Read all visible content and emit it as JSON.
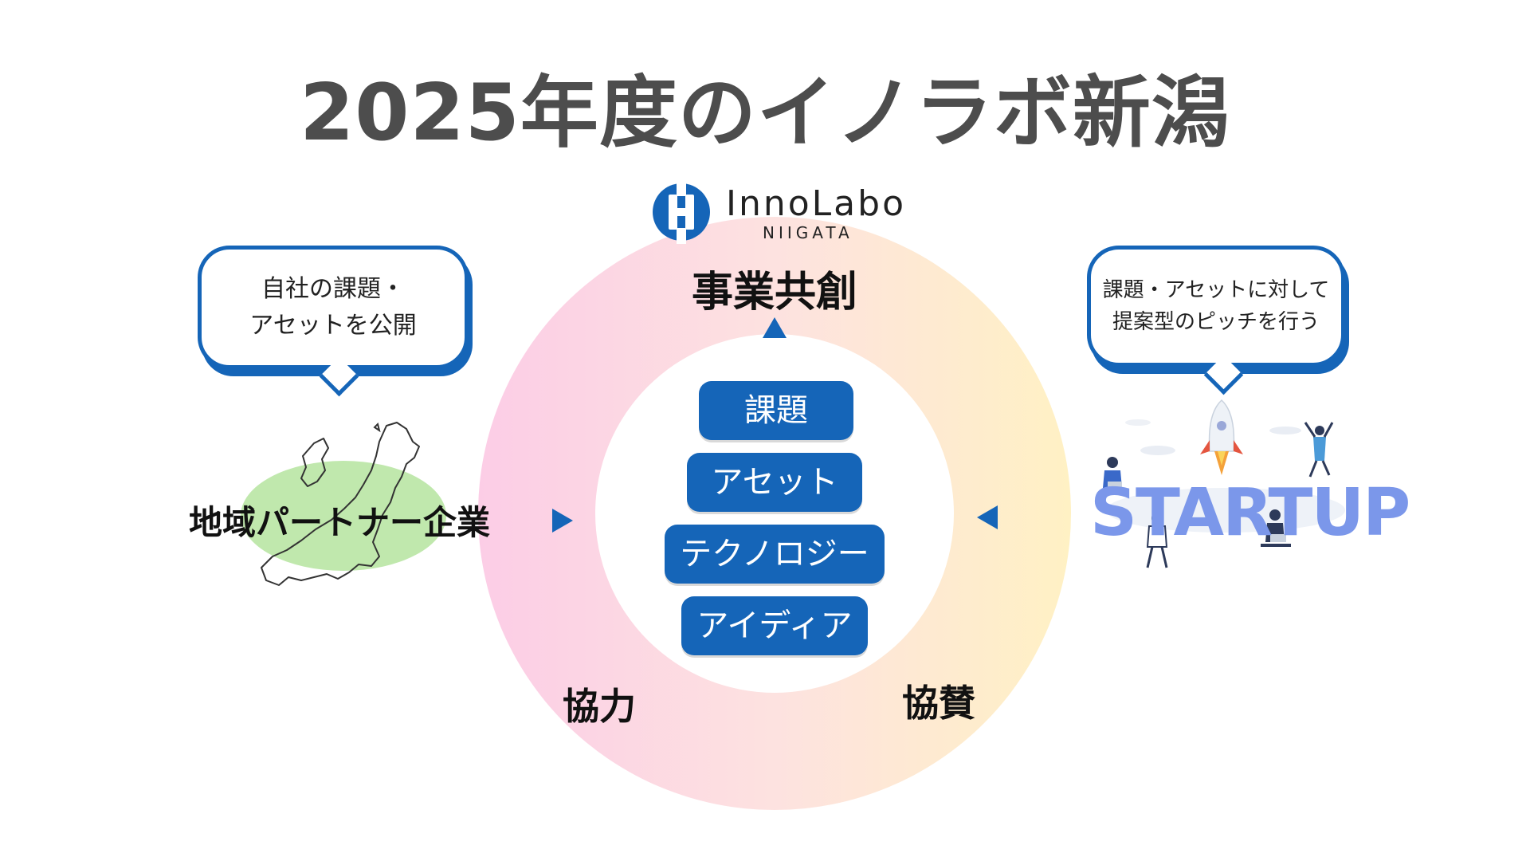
{
  "title": "2025年度のイノラボ新潟",
  "logo": {
    "name": "InnoLabo",
    "sub": "NIIGATA"
  },
  "hub_label": "事業共創",
  "pills": [
    "課題",
    "アセット",
    "テクノロジー",
    "アイディア"
  ],
  "labels": {
    "left_bottom": "協力",
    "right_bottom": "協賛"
  },
  "partner": {
    "label": "地域パートナー企業",
    "bubble_line1": "自社の課題・",
    "bubble_line2": "アセットを公開"
  },
  "startup": {
    "label": "STARTUP",
    "bubble_line1": "課題・アセットに対して",
    "bubble_line2": "提案型のピッチを行う"
  },
  "colors": {
    "accent_blue": "#1565b8",
    "ring_left": "#fccde6",
    "ring_right": "#fff1c4",
    "map_green": "#b9e6a4",
    "startup_text": "#7b97ea",
    "title_gray": "#4d4d4d"
  },
  "icons": [
    "innolabo-logo-icon",
    "rocket-icon",
    "niigata-map-icon",
    "person-laptop-icon"
  ]
}
